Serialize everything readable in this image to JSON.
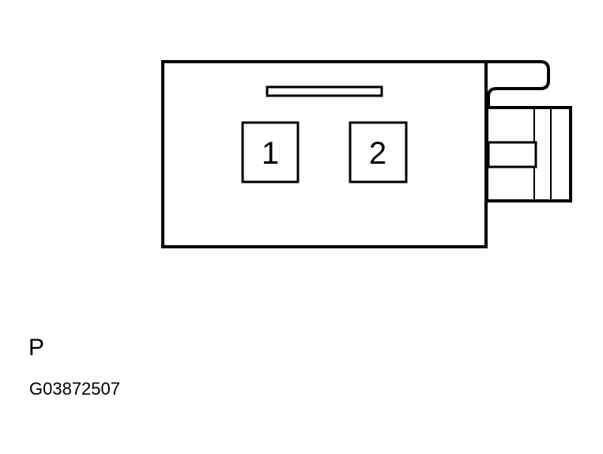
{
  "connector": {
    "pins": [
      {
        "label": "1"
      },
      {
        "label": "2"
      }
    ]
  },
  "view_label": "P",
  "figure_code": "G03872507"
}
